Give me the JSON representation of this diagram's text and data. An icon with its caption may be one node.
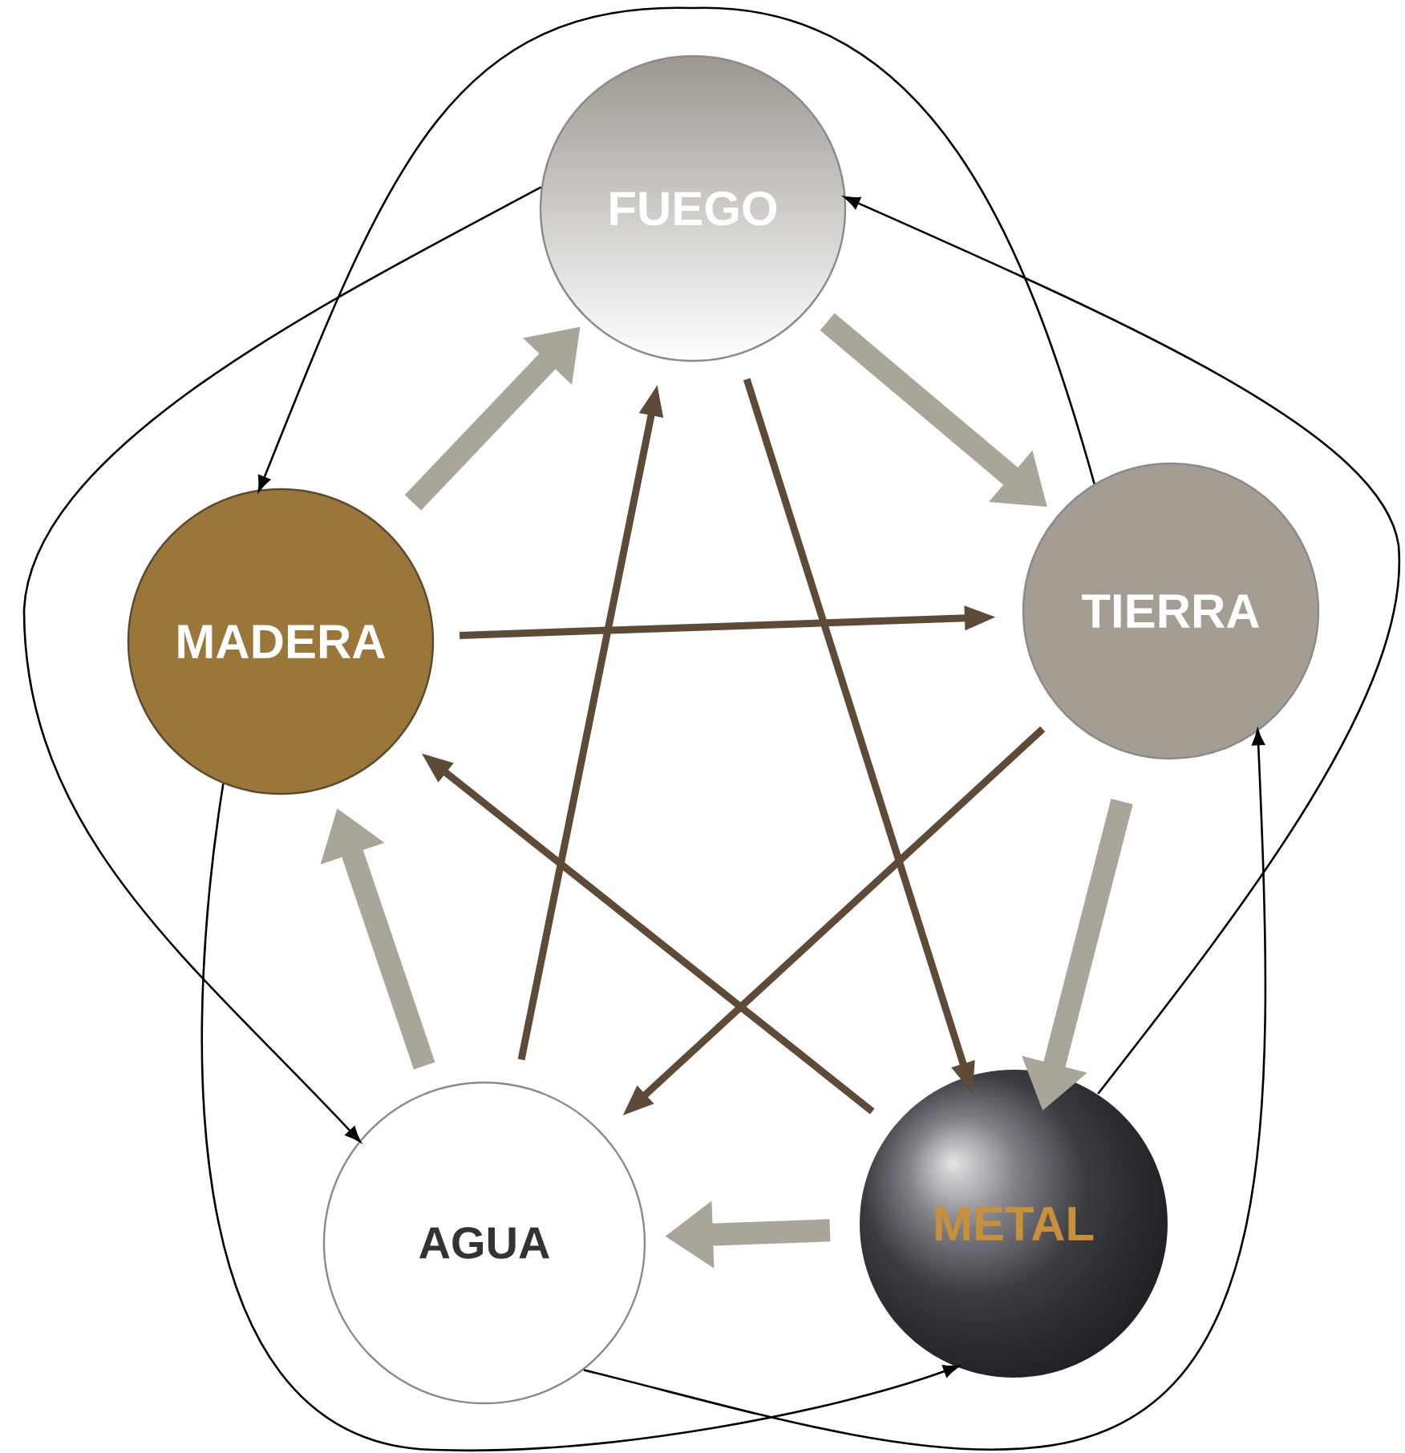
{
  "diagram": {
    "nodes": [
      {
        "text": [
          "FUEGO"
        ]
      },
      {
        "text": [
          "MADERA"
        ]
      },
      {
        "text": [
          "TIERRA"
        ]
      },
      {
        "text": [
          "AGUA"
        ]
      },
      {
        "text": [
          "METAL"
        ]
      }
    ],
    "edges": [
      {
        "from": 0,
        "to": 2,
        "arrow": "to",
        "style": "thick",
        "color": "#aaa59b"
      },
      {
        "from": 2,
        "to": 4,
        "arrow": "to",
        "style": "thick",
        "color": "#aaa59b"
      },
      {
        "from": 4,
        "to": 3,
        "arrow": "to",
        "style": "thick",
        "color": "#aaa59b"
      },
      {
        "from": 3,
        "to": 1,
        "arrow": "to",
        "style": "thick",
        "color": "#aaa59b"
      },
      {
        "from": 1,
        "to": 0,
        "arrow": "to",
        "style": "thick",
        "color": "#aaa59b"
      },
      {
        "from": 1,
        "to": 2,
        "arrow": "to",
        "color": "#5d4a37"
      },
      {
        "from": 2,
        "to": 3,
        "arrow": "to",
        "color": "#5d4a37"
      },
      {
        "from": 3,
        "to": 0,
        "arrow": "to",
        "color": "#5d4a37"
      },
      {
        "from": 0,
        "to": 4,
        "arrow": "to",
        "color": "#5d4a37"
      },
      {
        "from": 4,
        "to": 1,
        "arrow": "to",
        "color": "#5d4a37"
      },
      {
        "from": 2,
        "to": 1,
        "arrow": "to",
        "color": "#000000"
      },
      {
        "from": 4,
        "to": 0,
        "arrow": "to",
        "color": "#000000"
      },
      {
        "from": 3,
        "to": 2,
        "arrow": "to",
        "color": "#000000"
      },
      {
        "from": 1,
        "to": 4,
        "arrow": "to",
        "color": "#000000"
      },
      {
        "from": 0,
        "to": 3,
        "arrow": "to",
        "color": "#000000"
      }
    ]
  }
}
